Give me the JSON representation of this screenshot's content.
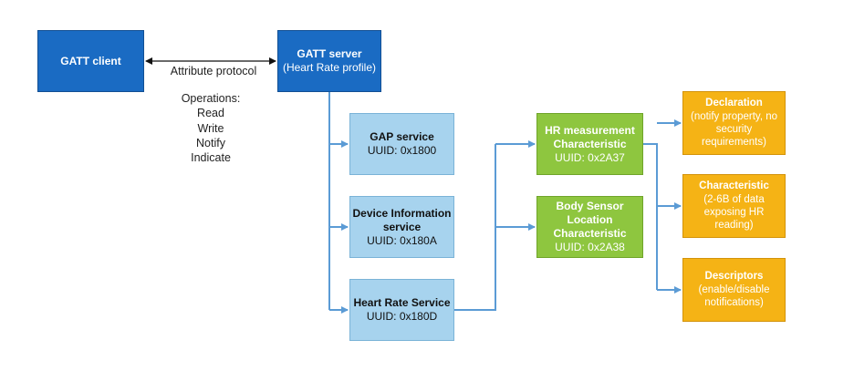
{
  "client": {
    "label": "GATT client"
  },
  "protocol": {
    "label": "Attribute protocol"
  },
  "operations": {
    "title": "Operations:",
    "items": [
      "Read",
      "Write",
      "Notify",
      "Indicate"
    ]
  },
  "server": {
    "title": "GATT server",
    "subtitle": "(Heart Rate profile)"
  },
  "services": [
    {
      "name": "GAP service",
      "uuid": "UUID: 0x1800"
    },
    {
      "name_1": "Device Information",
      "name_2": "service",
      "uuid": "UUID: 0x180A"
    },
    {
      "name": "Heart Rate Service",
      "uuid": "UUID: 0x180D"
    }
  ],
  "characteristics": [
    {
      "line1": "HR measurement",
      "line2": "Characteristic",
      "uuid": "UUID: 0x2A37"
    },
    {
      "line1": "Body Sensor",
      "line2": "Location",
      "line3": "Characteristic",
      "uuid": "UUID: 0x2A38"
    }
  ],
  "attributes": [
    {
      "title": "Declaration",
      "lines": [
        "(notify property, no",
        "security",
        "requirements)"
      ]
    },
    {
      "title": "Characteristic",
      "lines": [
        "(2-6B of data",
        "exposing HR",
        "reading)"
      ]
    },
    {
      "title": "Descriptors",
      "lines": [
        "(enable/disable",
        "notifications)"
      ]
    }
  ],
  "colors": {
    "dark_blue": "#1a6bc3",
    "light_blue": "#a7d3ee",
    "green": "#8ec63f",
    "orange": "#f5b315",
    "connector": "#5b9bd5"
  }
}
